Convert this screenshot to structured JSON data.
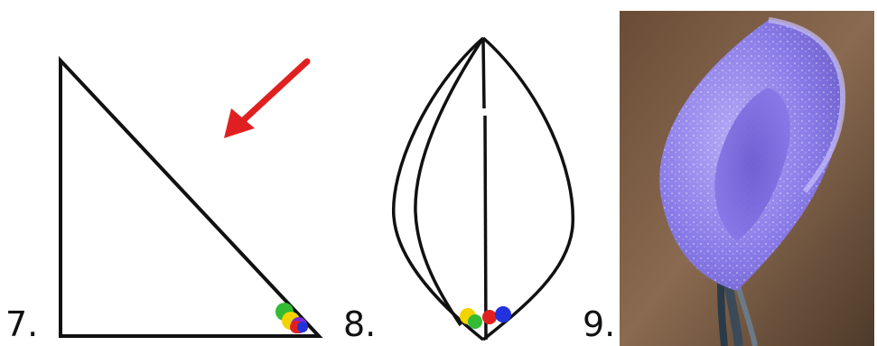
{
  "steps": [
    {
      "label": "7."
    },
    {
      "label": "8."
    },
    {
      "label": "9."
    }
  ],
  "colors": {
    "outline": "#111111",
    "arrow": "#e02020",
    "dot_green": "#33bb33",
    "dot_yellow": "#f2d300",
    "dot_red": "#e02020",
    "dot_blue": "#2233dd",
    "dot_purple": "#7a2ad8",
    "flower": "#8878e8",
    "photo_bg": "#7a5a40"
  },
  "icons": {
    "arrow": "red-arrow-icon"
  }
}
